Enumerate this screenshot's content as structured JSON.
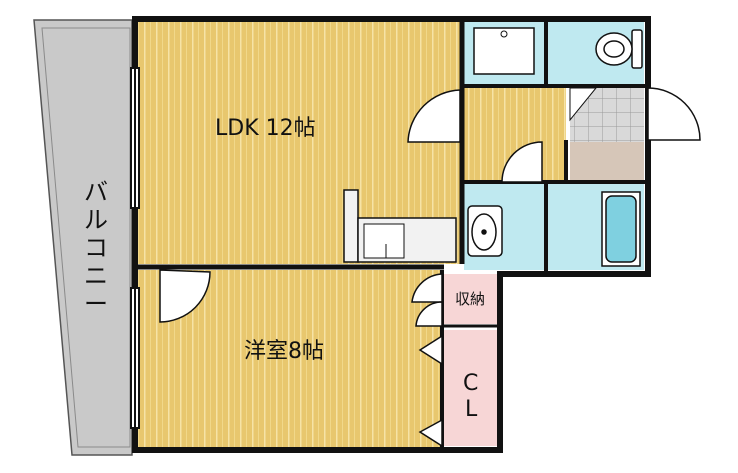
{
  "rooms": {
    "ldk": "LDK 12帖",
    "western": "洋室8帖",
    "storage": "収納",
    "closet_top": "C",
    "closet_bottom": "L"
  },
  "balcony": {
    "chars": [
      "バ",
      "ル",
      "コ",
      "ニ",
      "ー"
    ]
  },
  "colors": {
    "floor_wood": "#e8c76e",
    "floor_stripe": "#f6e3a6",
    "wet_area": "#bfe9f0",
    "closet": "#f7d6d6",
    "balcony": "#c9c9c9",
    "entrance": "#d6c6b8",
    "wall": "#111111"
  }
}
